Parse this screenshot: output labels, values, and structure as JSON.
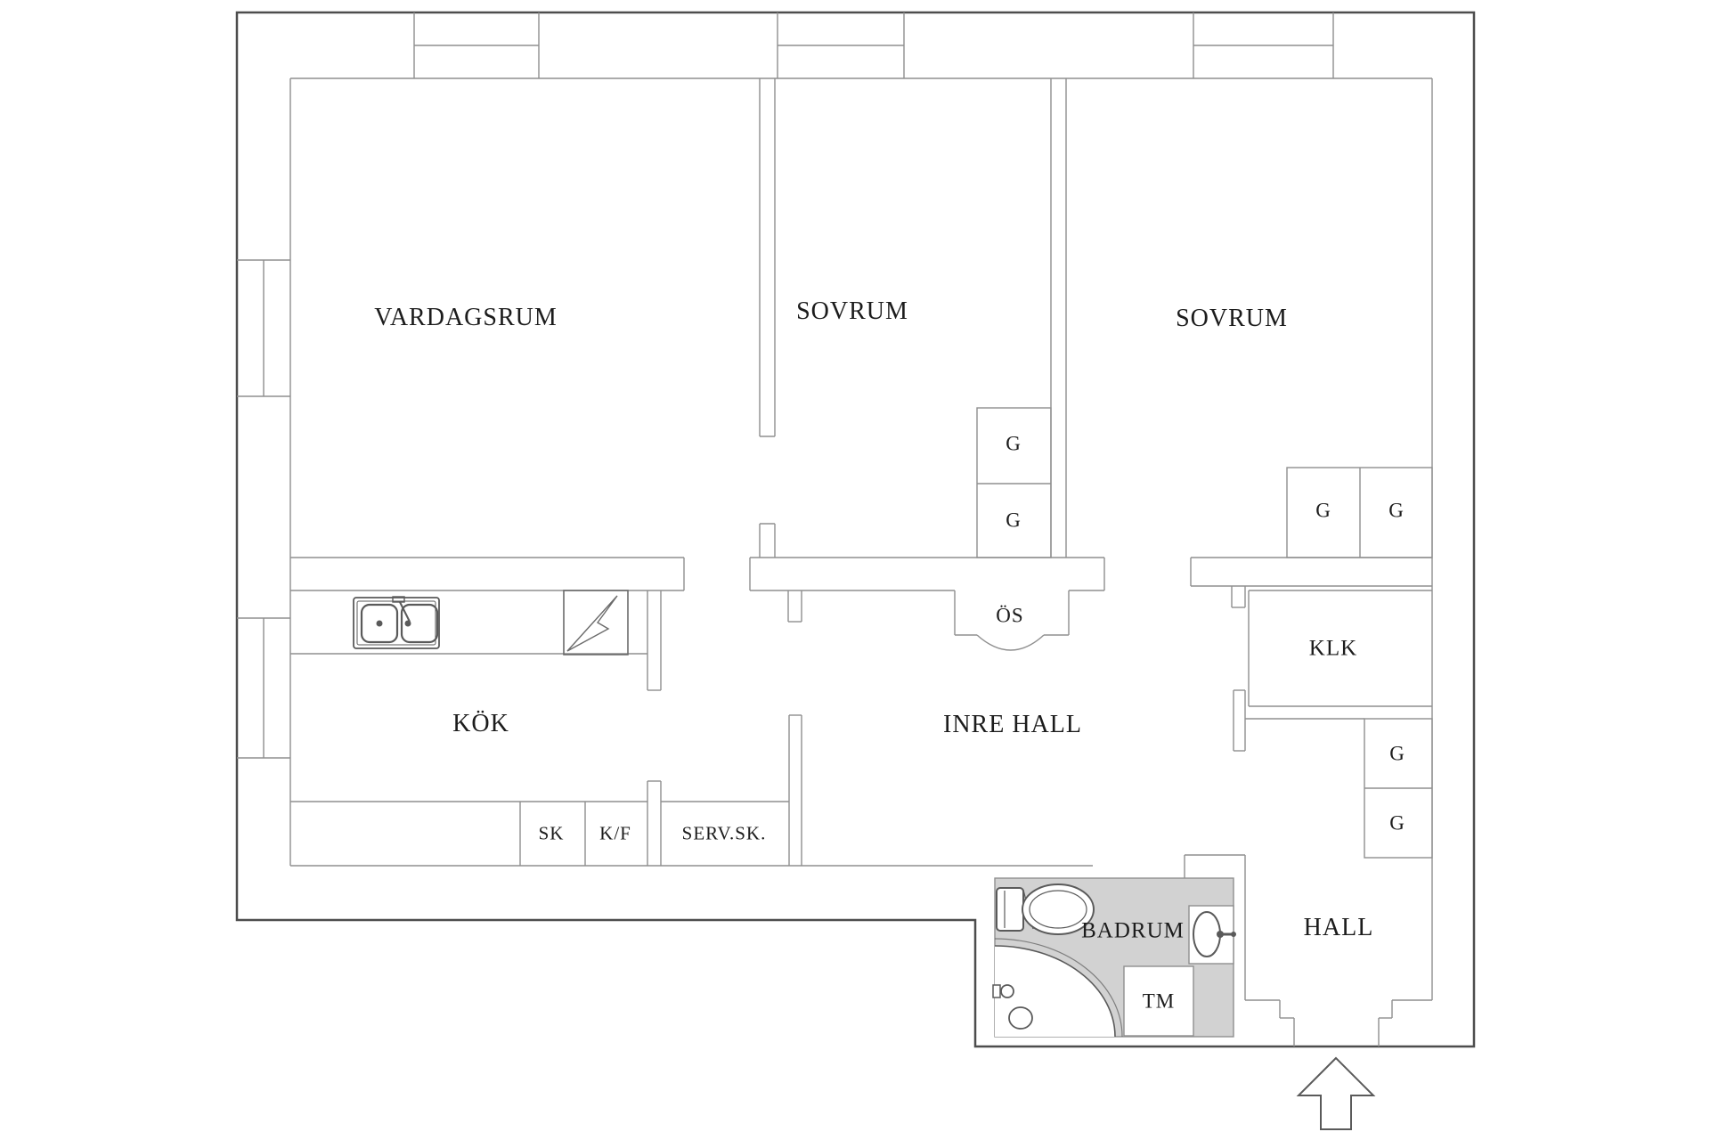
{
  "rooms": {
    "vardagsrum": "VARDAGSRUM",
    "sovrum_1": "SOVRUM",
    "sovrum_2": "SOVRUM",
    "kok": "KÖK",
    "inre_hall": "INRE HALL",
    "klk": "KLK",
    "hall": "HALL",
    "badrum": "BADRUM"
  },
  "features": {
    "wardrobe": "G",
    "broom_closet": "SK",
    "fridge_freezer": "K/F",
    "serving_closet": "SERV.SK.",
    "open_fireplace": "ÖS",
    "washing_machine": "TM"
  },
  "icons": {
    "kitchen_sink": "double-basin sink",
    "stove": "stove with lightning symbol",
    "toilet": "toilet",
    "washbasin": "washbasin",
    "shower": "corner shower",
    "entrance_arrow": "entrance direction arrow"
  },
  "colors": {
    "outer_wall": "#4d4d4d",
    "inner_wall": "#8f8f8f",
    "fixture_line": "#5a5a5a",
    "bathroom_fill": "#d2d2d2",
    "text": "#1c1c1c",
    "background": "#ffffff"
  }
}
